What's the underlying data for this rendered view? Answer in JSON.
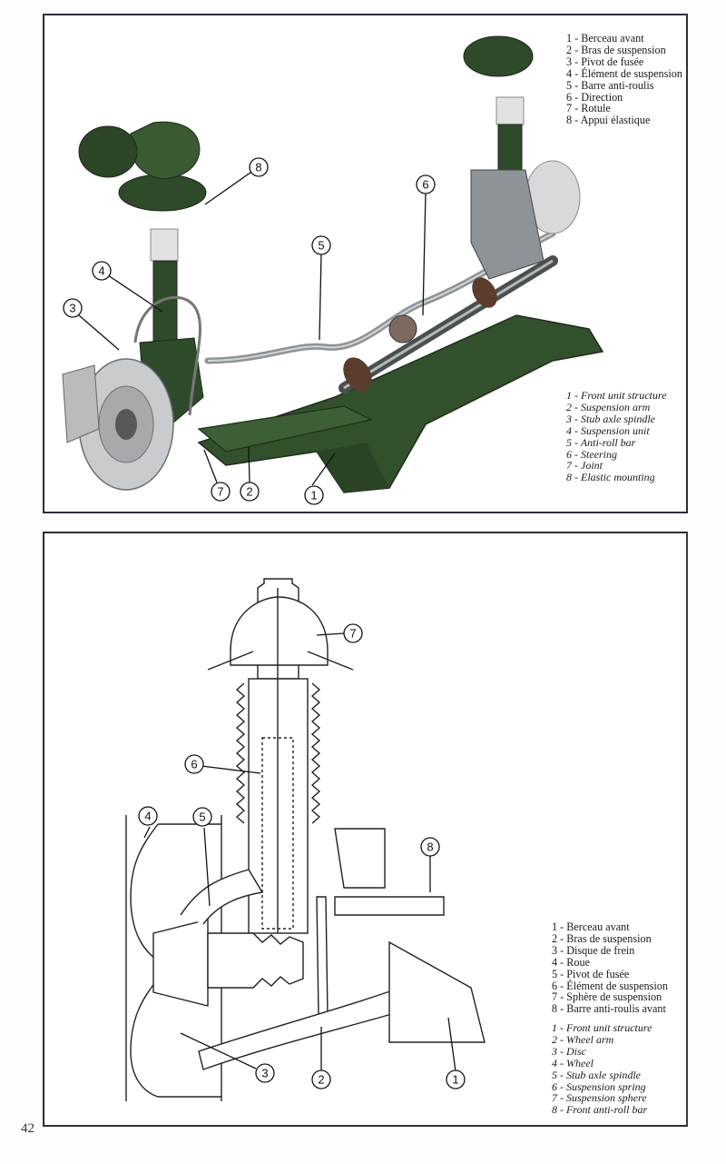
{
  "page": {
    "number": "42"
  },
  "figure_top": {
    "title": "Front suspension assembly (colour cutaway)",
    "legend_fr": [
      "1 - Berceau avant",
      "2 - Bras de suspension",
      "3 - Pivot de fusée",
      "4 - Élément de suspension",
      "5 - Barre anti-roulis",
      "6 - Direction",
      "7 - Rotule",
      "8 - Appui élastique"
    ],
    "legend_en": [
      "1 - Front unit structure",
      "2 - Suspension arm",
      "3 - Stub axle spindle",
      "4 - Suspension unit",
      "5 - Anti-roll bar",
      "6 - Steering",
      "7 - Joint",
      "8 - Elastic mounting"
    ],
    "callouts": [
      "1",
      "2",
      "3",
      "4",
      "5",
      "6",
      "7",
      "8"
    ]
  },
  "figure_bottom": {
    "title": "Front suspension cross-section",
    "legend_fr": [
      "1 - Berceau avant",
      "2 - Bras de suspension",
      "3 - Disque de frein",
      "4 - Roue",
      "5 - Pivot de fusée",
      "6 - Élément de suspension",
      "7 - Sphère de suspension",
      "8 - Barre anti-roulis avant"
    ],
    "legend_en": [
      "1 - Front unit structure",
      "2 - Wheel arm",
      "3 - Disc",
      "4 - Wheel",
      "5 - Stub axle spindle",
      "6 - Suspension spring",
      "7 - Suspension sphere",
      "8 - Front anti-roll bar"
    ],
    "callouts": [
      "1",
      "2",
      "3",
      "4",
      "5",
      "6",
      "7",
      "8"
    ]
  },
  "colors": {
    "frame_border": "#2a2f3a",
    "component_green": "#2f4a2a",
    "component_green_light": "#4f6e45",
    "metal_grey": "#a9adb0",
    "line_art": "#222222"
  }
}
